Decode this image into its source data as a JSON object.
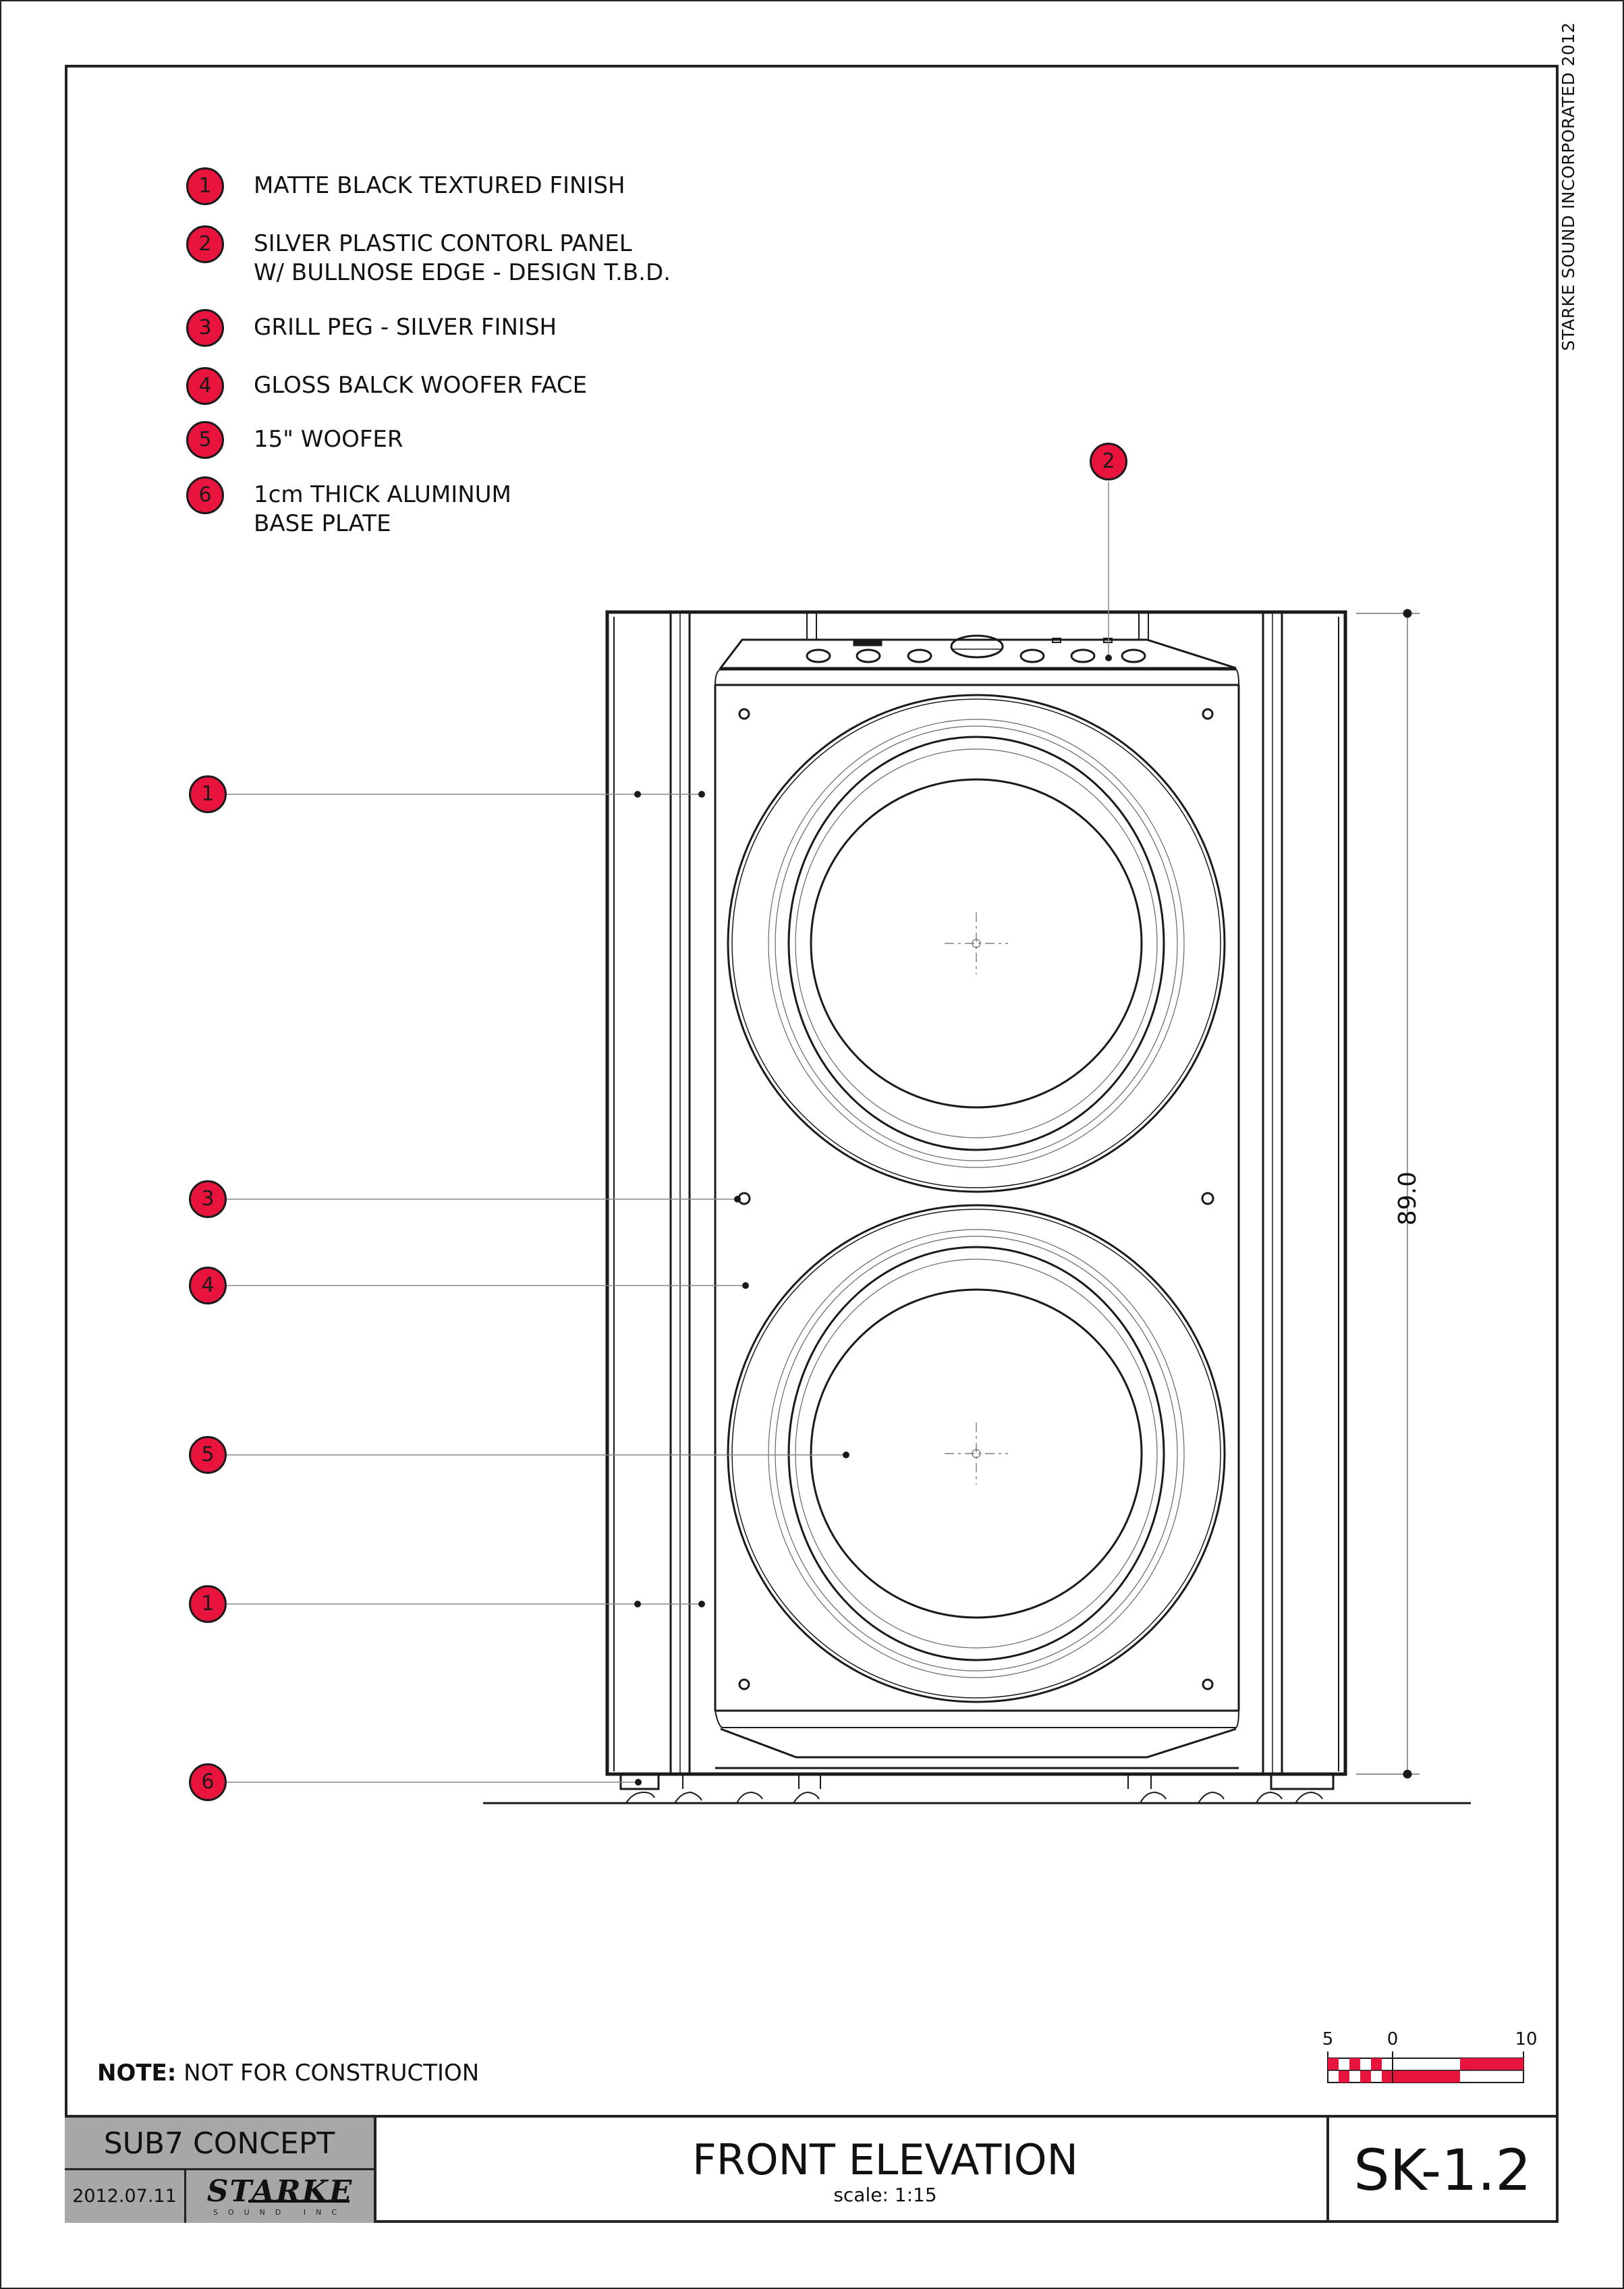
{
  "legend": [
    {
      "num": "1",
      "lines": [
        "MATTE BLACK TEXTURED FINISH"
      ]
    },
    {
      "num": "2",
      "lines": [
        "SILVER PLASTIC CONTORL PANEL",
        "W/ BULLNOSE EDGE - DESIGN T.B.D."
      ]
    },
    {
      "num": "3",
      "lines": [
        "GRILL PEG - SILVER FINISH"
      ]
    },
    {
      "num": "4",
      "lines": [
        "GLOSS BALCK WOOFER FACE"
      ]
    },
    {
      "num": "5",
      "lines": [
        "15\" WOOFER"
      ]
    },
    {
      "num": "6",
      "lines": [
        "1cm THICK ALUMINUM",
        "BASE PLATE"
      ]
    }
  ],
  "callouts": [
    "2",
    "1",
    "3",
    "4",
    "5",
    "1",
    "6"
  ],
  "dimension_label": "89.0",
  "side_text": "STARKE SOUND INCORPORATED 2012",
  "note": {
    "label": "NOTE:",
    "text": " NOT FOR CONSTRUCTION"
  },
  "scale_bar": {
    "labels": [
      "5",
      "0",
      "10"
    ],
    "accent_color": "#e8143e"
  },
  "title_block": {
    "project": "SUB7  CONCEPT",
    "date": "2012.07.11",
    "logo": "STARKE",
    "logo_sub": "SOUND INC",
    "title": "FRONT ELEVATION",
    "scale": "scale:   1:15",
    "sheet": "SK-1.2"
  },
  "colors": {
    "callout": "#e8143e",
    "title_fill": "#a7a7a7",
    "line": "#1a1a1a"
  }
}
